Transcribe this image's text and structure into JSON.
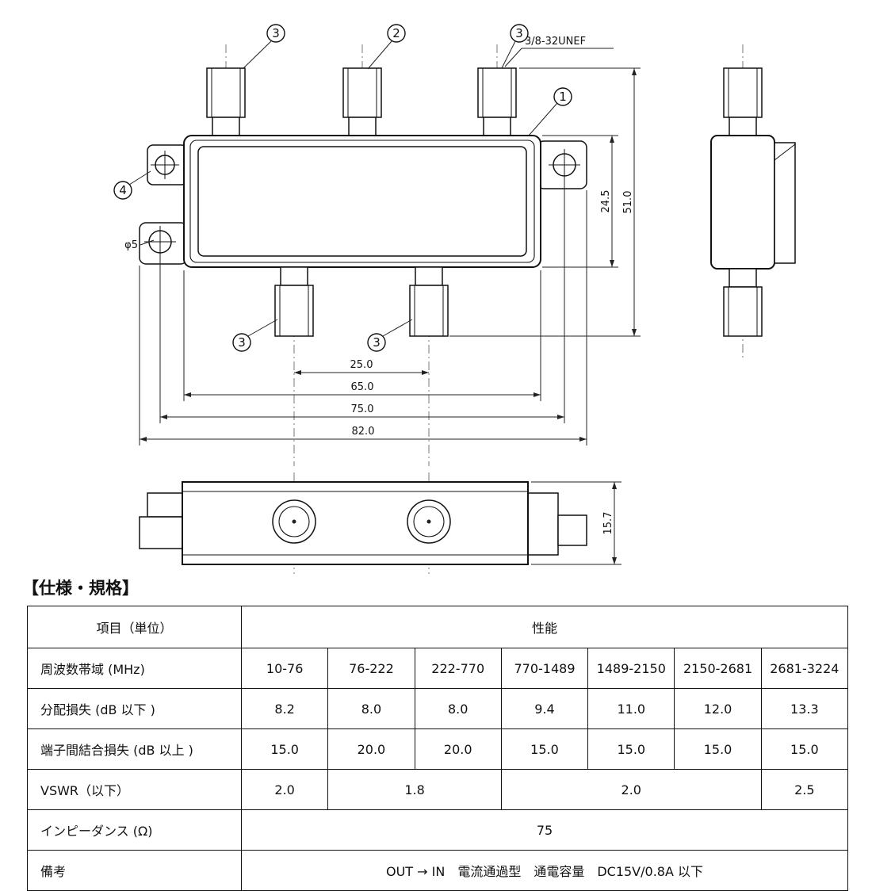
{
  "spec_title": "【仕様・規格】",
  "drawing": {
    "thread_label": "3/8-32UNEF",
    "callouts": {
      "c1": "1",
      "c2": "2",
      "c3": "3",
      "c4": "4"
    },
    "dims": {
      "body_height": "24.5",
      "overall_height": "51.0",
      "hole_dia": "φ5",
      "pitch_out": "25.0",
      "body_width": "65.0",
      "hole_pitch": "75.0",
      "overall_width": "82.0",
      "depth": "15.7"
    }
  },
  "table": {
    "header_item": "項目（単位）",
    "header_perf": "性能",
    "freq": {
      "label": "周波数帯域 (MHz)",
      "values": [
        "10-76",
        "76-222",
        "222-770",
        "770-1489",
        "1489-2150",
        "2150-2681",
        "2681-3224"
      ]
    },
    "dist_loss": {
      "label": "分配損失 (dB 以下 )",
      "values": [
        "8.2",
        "8.0",
        "8.0",
        "9.4",
        "11.0",
        "12.0",
        "13.3"
      ]
    },
    "coupling_loss": {
      "label": "端子間結合損失 (dB 以上 )",
      "values": [
        "15.0",
        "20.0",
        "20.0",
        "15.0",
        "15.0",
        "15.0",
        "15.0"
      ]
    },
    "vswr": {
      "label": "VSWR（以下）",
      "values": [
        "2.0",
        "1.8",
        "2.0",
        "2.5"
      ]
    },
    "impedance": {
      "label": "インピーダンス (Ω)",
      "value": "75"
    },
    "remarks": {
      "label": "備考",
      "value": "OUT → IN　電流通過型　通電容量　DC15V/0.8A 以下"
    }
  }
}
